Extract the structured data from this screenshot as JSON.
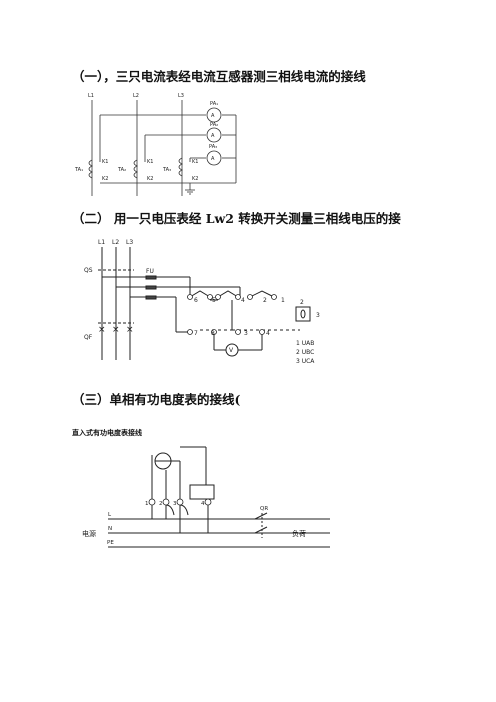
{
  "headings": {
    "h1": "（一），三只电流表经电流互感器测三相线电流的接线",
    "h2": "（二）  用一只电压表经 Lw2 转换开关测量三相线电压的接",
    "h3": "（三）单相有功电度表的接线(",
    "sub": "直入式有功电度表接线"
  },
  "fig1": {
    "lines": [
      "L1",
      "L2",
      "L3"
    ],
    "ammeters": [
      "PA₁",
      "PA₂",
      "PA₃"
    ],
    "meter_symbol": "A",
    "ct_names": [
      "TA₁",
      "TA₂",
      "TA₃"
    ],
    "k1": "K1",
    "k2": "K2"
  },
  "fig2": {
    "lines": [
      "L1",
      "L2",
      "L3"
    ],
    "qs": "QS",
    "fu": "FU",
    "qf": "QF",
    "contacts_top": [
      "6",
      "5",
      "4",
      "2",
      "1"
    ],
    "contacts_bottom": [
      "7",
      "8",
      "3",
      "4"
    ],
    "voltmeter": "V",
    "switch_label": "2",
    "switch_side": "3",
    "legend": [
      "1  UAB",
      "2  UBC",
      "3  UCA"
    ]
  },
  "fig3": {
    "terminals": [
      "1",
      "2",
      "3",
      "4"
    ],
    "rows": [
      "L",
      "N",
      "PE"
    ],
    "source": "电源",
    "qr": "QR",
    "load": "负荷"
  }
}
